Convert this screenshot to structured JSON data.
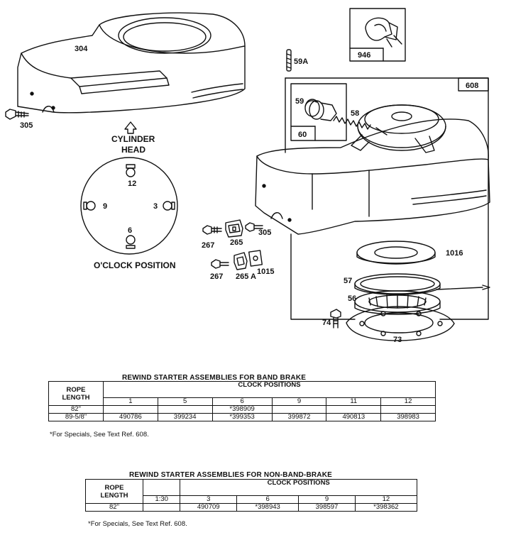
{
  "labels": {
    "p304": "304",
    "p305a": "305",
    "p59a": "59A",
    "p946": "946",
    "p608": "608",
    "p59": "59",
    "p58": "58",
    "p60": "60",
    "cyl1": "CYLINDER",
    "cyl2": "HEAD",
    "c12": "12",
    "c9": "9",
    "c3": "3",
    "c6": "6",
    "oclock": "O'CLOCK POSITION",
    "p267a": "267",
    "p265": "265",
    "p305b": "305",
    "p267b": "267",
    "p265a": "265 A",
    "p1015": "1015",
    "p1016": "1016",
    "p57": "57",
    "p56": "56",
    "p74": "74",
    "p73": "73"
  },
  "table1": {
    "title": "REWIND STARTER ASSEMBLIES FOR BAND BRAKE",
    "rope_header": [
      "ROPE",
      "LENGTH"
    ],
    "clock_header": "CLOCK POSITIONS",
    "columns": [
      "1",
      "5",
      "6",
      "9",
      "11",
      "12"
    ],
    "rows": [
      {
        "length": "82\"",
        "values": [
          "",
          "",
          "*398909",
          "",
          "",
          ""
        ]
      },
      {
        "length": "89-5/8\"",
        "values": [
          "490786",
          "399234",
          "*399353",
          "399872",
          "490813",
          "398983"
        ]
      }
    ],
    "note": "*For Specials, See Text Ref. 608."
  },
  "table2": {
    "title": "REWIND STARTER ASSEMBLIES FOR NON-BAND-BRAKE",
    "rope_header": [
      "ROPE",
      "LENGTH"
    ],
    "clock_header": "CLOCK POSITIONS",
    "columns": [
      "1:30",
      "3",
      "6",
      "9",
      "12"
    ],
    "rows": [
      {
        "length": "82\"",
        "values": [
          "",
          "490709",
          "*398943",
          "398597",
          "*398362"
        ]
      }
    ],
    "note": "*For Specials, See Text Ref. 608."
  }
}
